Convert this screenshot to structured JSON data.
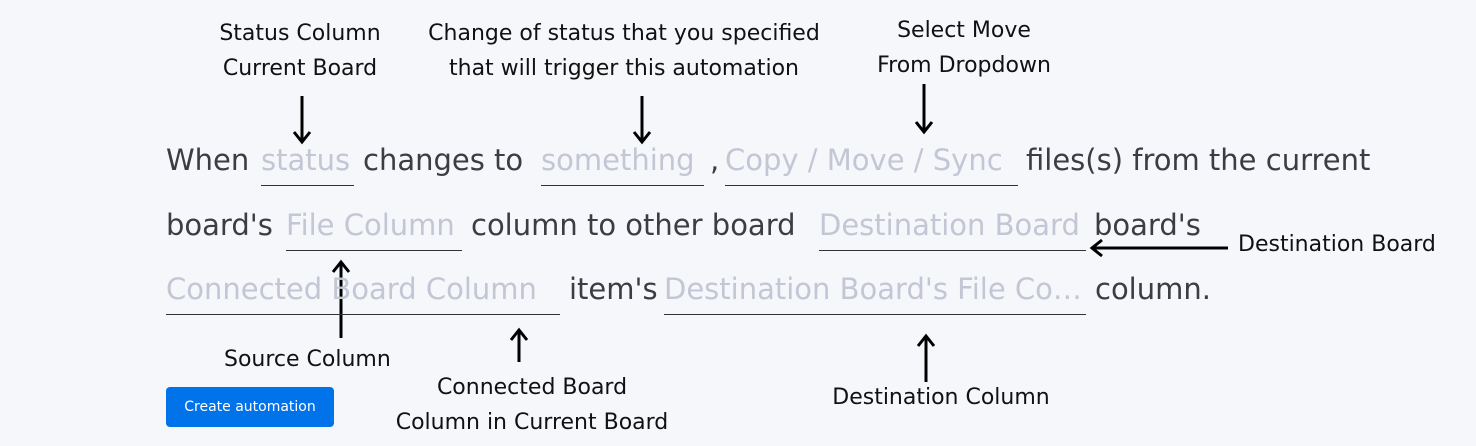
{
  "sentence": {
    "when": "When",
    "status_placeholder": "status",
    "changes_to": "changes to",
    "something_placeholder": "something",
    "comma": ",",
    "action_placeholder": "Copy / Move / Sync",
    "files_from": "files(s) from the current",
    "boards": "board's",
    "file_column_placeholder": "File Column",
    "column_to_other": "column to other board",
    "destination_board_placeholder": "Destination Board",
    "boards2": "board's",
    "connected_column_placeholder": "Connected Board Column",
    "items": "item's",
    "destination_file_column_placeholder": "Destination Board's File Col...",
    "column_end": "column."
  },
  "annotations": {
    "status_column": "Status Column\nCurrent Board",
    "change_of_status": "Change of status that you specified\nthat will trigger this automation",
    "select_move": "Select Move\nFrom Dropdown",
    "destination_board": "Destination Board",
    "source_column": "Source Column",
    "connected_board_column": "Connected Board\nColumn in Current Board",
    "destination_column": "Destination Column"
  },
  "buttons": {
    "create_automation": "Create automation"
  },
  "colors": {
    "button_bg": "#0073ea",
    "placeholder": "#c3c6d4",
    "text": "#3b3d44"
  }
}
